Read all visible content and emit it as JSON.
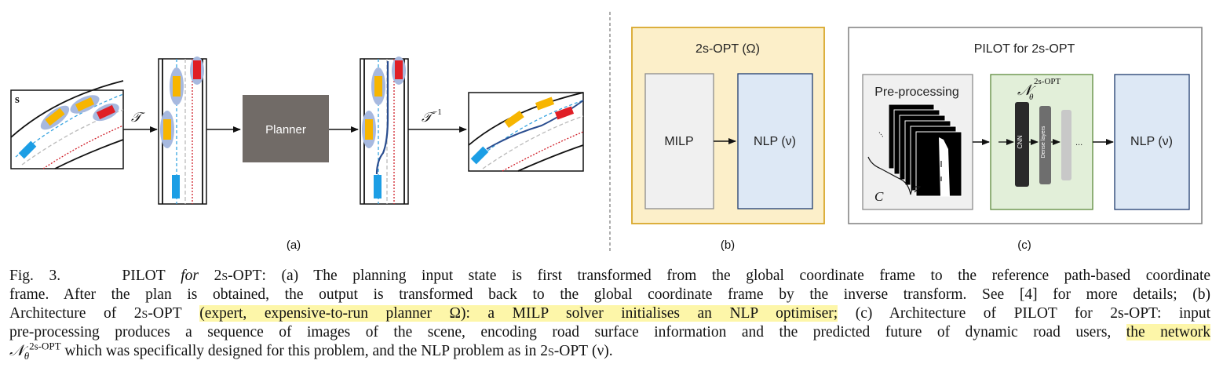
{
  "panel_a": {
    "state_label": "s",
    "transform_label": "𝒯",
    "inverse_transform_base": "𝒯",
    "inverse_transform_exp": "−1",
    "planner_label": "Planner",
    "sub_label": "(a)"
  },
  "panel_b": {
    "title": "2s-OPT (Ω)",
    "milp_label": "MILP",
    "nlp_label": "NLP (ν)",
    "sub_label": "(b)"
  },
  "panel_c": {
    "title": "PILOT for 2s-OPT",
    "preprocessing_label": "Pre-processing",
    "network_symbol": "𝒩",
    "network_sub": "θ",
    "network_sup": "2s-OPT",
    "cnn_label": "CNN",
    "dense_label": "Dense layers",
    "ellipsis": "...",
    "stack_dots": "...",
    "c_label": "C",
    "nlp_label": "NLP (ν)",
    "sub_label": "(c)"
  },
  "colors": {
    "panel_b_bg": "#fcefc9",
    "panel_b_border": "#d9a72b",
    "box_gray": "#f0f0f0",
    "box_blue": "#dde8f5",
    "box_green": "#e2efd9",
    "planner": "#716b67",
    "highlight": "#fdf6a9",
    "ego": "#1c9ee5",
    "car_yellow": "#f7b500",
    "car_red": "#e01f26",
    "ellipse": "#a7b9df"
  },
  "caption": {
    "fig_num": "Fig. 3.",
    "pilot": "PILOT",
    "for_word": "for",
    "opt": "2s-OPT",
    "line1_rest": ": (a) The planning input state is first transformed from the global coordinate frame to the reference path-based coordinate",
    "line2": "frame. After the plan is obtained, the output is transformed back to the global coordinate frame by the inverse transform. See [4] for more details; (b)",
    "line3_a": "Architecture of",
    "line3_opt": "2s-OPT",
    "line3_hl": "(expert, expensive-to-run planner Ω): a MILP solver initialises an NLP optimiser;",
    "line3_b": "(c) Architecture of PILOT for 2s-OPT: input",
    "line4_a": "pre-processing produces a sequence of images of the scene, encoding road surface information and the predicted future of dynamic road users,",
    "line4_hl": "the network",
    "line5_net": "𝒩",
    "line5_sub": "θ",
    "line5_sup": "2s-OPT",
    "line5_a": "which was specifically designed for this problem, and the NLP problem as in",
    "line5_opt": "2s-OPT",
    "line5_b": "(ν)."
  }
}
